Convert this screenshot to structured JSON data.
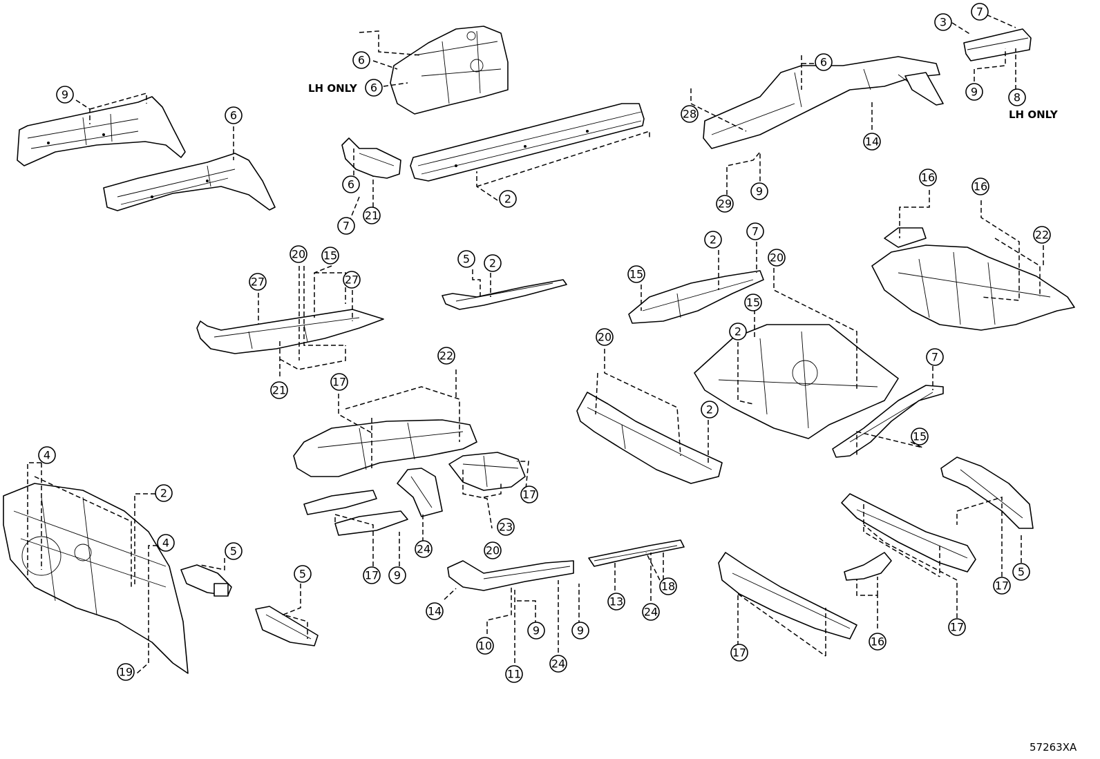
{
  "diagram_code": "57263XA",
  "notes": [
    {
      "id": "note-lh-only-top",
      "text": "LH ONLY"
    },
    {
      "id": "note-lh-only-right",
      "text": "LH ONLY"
    }
  ],
  "callouts": [
    "9",
    "6",
    "6",
    "6",
    "6",
    "21",
    "7",
    "2",
    "6",
    "28",
    "29",
    "9",
    "14",
    "3",
    "7",
    "9",
    "8",
    "20",
    "15",
    "27",
    "27",
    "21",
    "5",
    "2",
    "2",
    "7",
    "15",
    "20",
    "15",
    "2",
    "16",
    "16",
    "22",
    "17",
    "22",
    "20",
    "2",
    "7",
    "15",
    "4",
    "2",
    "4",
    "5",
    "5",
    "19",
    "17",
    "9",
    "24",
    "23",
    "20",
    "17",
    "14",
    "10",
    "11",
    "9",
    "24",
    "9",
    "13",
    "24",
    "18",
    "17",
    "16",
    "17",
    "17",
    "5"
  ]
}
